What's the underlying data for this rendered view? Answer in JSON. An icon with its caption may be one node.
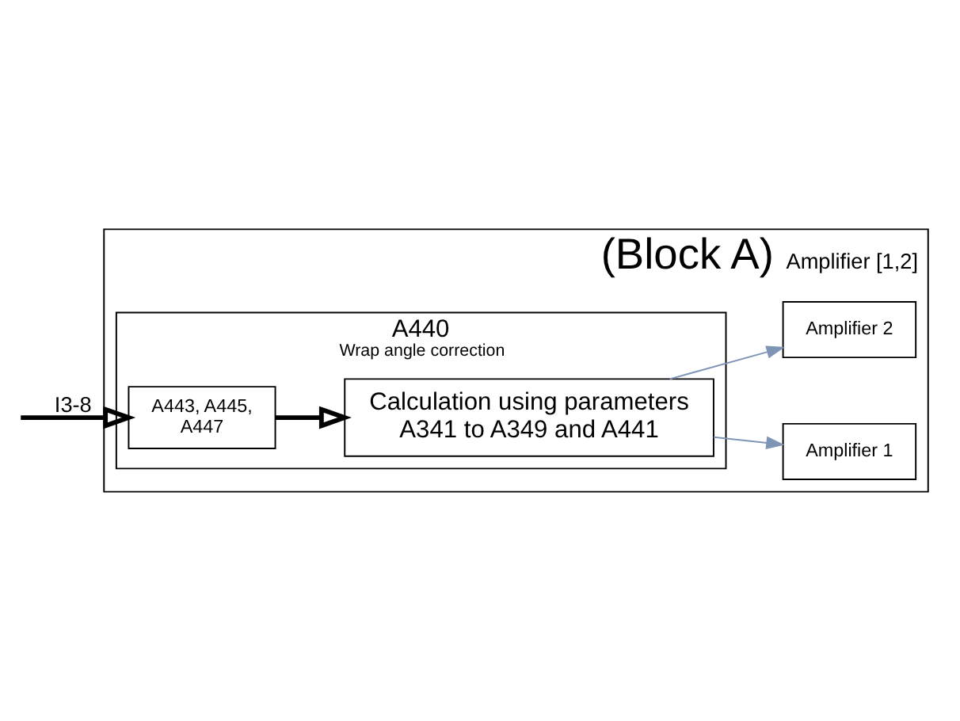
{
  "diagram": {
    "nodes": [
      {
        "text": [
          "(Block A)",
          "Amplifier [1,2]"
        ]
      },
      {
        "text": [
          "Amplifier 1"
        ],
        "in": 0
      },
      {
        "text": [
          "A440",
          "Wrap angle correction"
        ],
        "in": 0
      },
      {
        "text": [
          "A443, A445, A447"
        ],
        "in": 2
      },
      {
        "text": [
          "Calculation using parameters A341 to A349 and A441"
        ],
        "in": 2
      },
      {
        "text": [
          "Amplifier 2"
        ],
        "in": 0
      }
    ],
    "edges": [
      {
        "from": null,
        "to": 3,
        "arrow": "to",
        "label": "I3-8",
        "style": "thick"
      },
      {
        "from": 3,
        "to": 4,
        "arrow": "to",
        "style": "thick"
      },
      {
        "from": 4,
        "to": 1,
        "arrow": "to",
        "color": "#7f95b5"
      },
      {
        "from": 4,
        "to": 5,
        "arrow": "to",
        "color": "#7f95b5"
      }
    ]
  }
}
